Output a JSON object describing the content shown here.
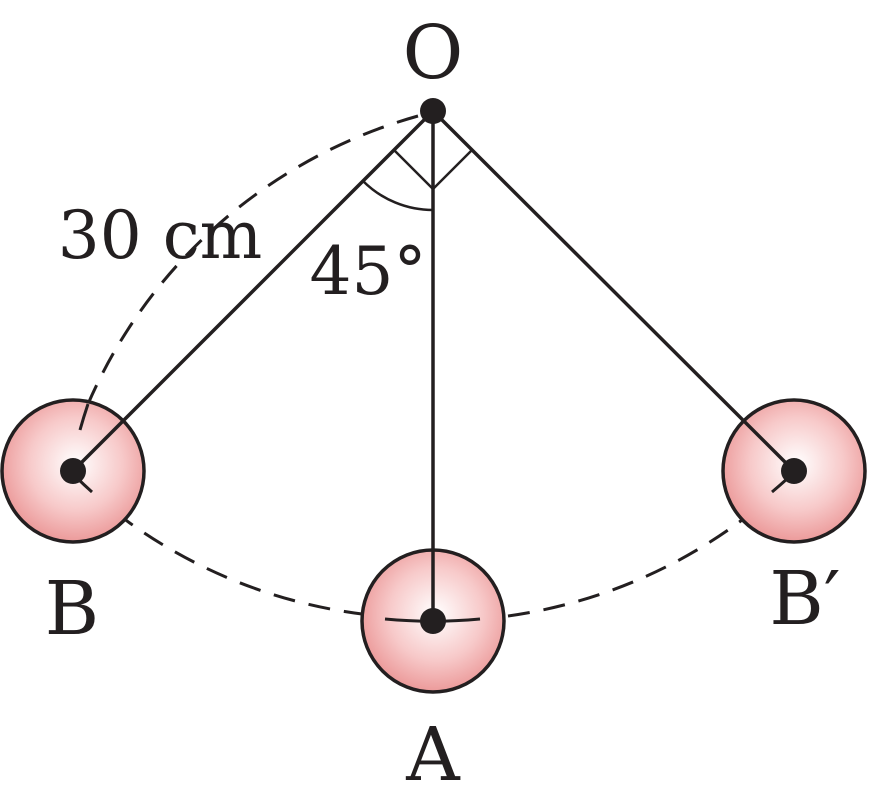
{
  "labels": {
    "pivot": "O",
    "bottom": "A",
    "left": "B",
    "right": "B′",
    "length": "30 cm",
    "angle": "45°"
  },
  "physics": {
    "string_length_cm": 30,
    "max_angle_deg": 45
  },
  "colors": {
    "line": "#231f20",
    "bob_center": "#ffffff",
    "bob_mid": "#f7c9c9",
    "bob_edge": "#e98f8f"
  }
}
